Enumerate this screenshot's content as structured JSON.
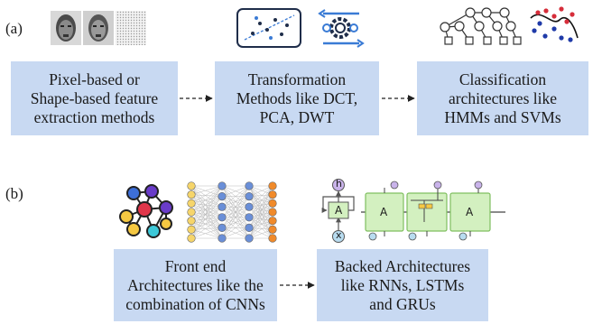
{
  "panel_a": {
    "label": "(a)",
    "boxes": [
      {
        "text": "Pixel-based or\nShape-based feature\nextraction methods"
      },
      {
        "text": "Transformation\nMethods like DCT,\nPCA, DWT"
      },
      {
        "text": "Classification\narchitectures like\nHMMs and SVMs"
      }
    ],
    "icons": [
      "face-image-icon",
      "scatter-plot-icon",
      "transform-gear-icon",
      "graphical-model-icon",
      "svm-boundary-icon"
    ]
  },
  "panel_b": {
    "label": "(b)",
    "boxes": [
      {
        "text": "Front end\nArchitectures like the\ncombination of CNNs"
      },
      {
        "text": "Backed Architectures\nlike RNNs, LSTMs\nand GRUs"
      }
    ],
    "rnn_labels": {
      "hidden": "h",
      "input": "x",
      "cell": "A"
    },
    "icons": [
      "graph-network-icon",
      "neural-network-icon",
      "rnn-cell-icon",
      "lstm-chain-icon"
    ]
  },
  "colors": {
    "box_fill": "#c8d9f2",
    "arrow": "#222222",
    "lstm_green": "#d3f0c0",
    "lstm_stroke": "#7fbf5f",
    "node_purple": "#6a3cc9",
    "node_red": "#e0364a",
    "node_cyan": "#3cc8d8",
    "node_yellow": "#f5c842",
    "nn_yellow": "#f6d56a",
    "nn_blue": "#6a8fd8",
    "nn_orange": "#f08a2a"
  }
}
